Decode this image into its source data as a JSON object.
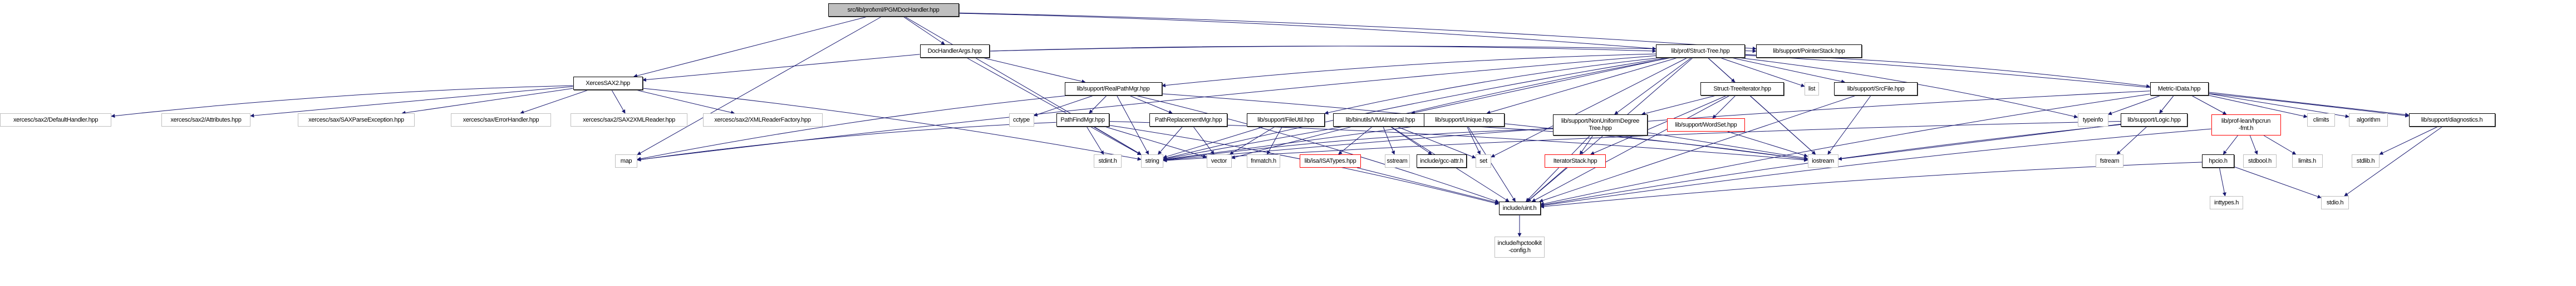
{
  "graph": {
    "title": "src/lib/profxml/PGMDocHandler.hpp",
    "edge_color": "#191970",
    "node_styles": {
      "root_fill": "#bfbfbf",
      "documented_border": "#000000",
      "external_border": "#bfbfbf",
      "undocumented_border": "#ff0000"
    },
    "nodes": [
      {
        "id": "root",
        "label": "src/lib/profxml/PGMDocHandler.hpp",
        "kind": "root"
      },
      {
        "id": "dha",
        "label": "DocHandlerArgs.hpp",
        "kind": "doc"
      },
      {
        "id": "st",
        "label": "lib/prof/Struct-Tree.hpp",
        "kind": "doc"
      },
      {
        "id": "ps",
        "label": "lib/support/PointerStack.hpp",
        "kind": "doc"
      },
      {
        "id": "xs",
        "label": "XercesSAX2.hpp",
        "kind": "doc"
      },
      {
        "id": "rpm",
        "label": "lib/support/RealPathMgr.hpp",
        "kind": "doc"
      },
      {
        "id": "sti",
        "label": "Struct-TreeIterator.hpp",
        "kind": "doc"
      },
      {
        "id": "list",
        "label": "list",
        "kind": "ext"
      },
      {
        "id": "sf",
        "label": "lib/support/SrcFile.hpp",
        "kind": "doc"
      },
      {
        "id": "mid",
        "label": "Metric-IData.hpp",
        "kind": "doc"
      },
      {
        "id": "dh",
        "label": "xercesc/sax2/DefaultHandler.hpp",
        "kind": "ext"
      },
      {
        "id": "attr",
        "label": "xercesc/sax2/Attributes.hpp",
        "kind": "ext"
      },
      {
        "id": "spe",
        "label": "xercesc/sax/SAXParseException.hpp",
        "kind": "ext"
      },
      {
        "id": "eh",
        "label": "xercesc/sax/ErrorHandler.hpp",
        "kind": "ext"
      },
      {
        "id": "sxr",
        "label": "xercesc/sax2/SAX2XMLReader.hpp",
        "kind": "ext"
      },
      {
        "id": "xrf",
        "label": "xercesc/sax2/XMLReaderFactory.hpp",
        "kind": "ext"
      },
      {
        "id": "cctype",
        "label": "cctype",
        "kind": "ext"
      },
      {
        "id": "pfm",
        "label": "PathFindMgr.hpp",
        "kind": "doc"
      },
      {
        "id": "prm",
        "label": "PathReplacementMgr.hpp",
        "kind": "doc"
      },
      {
        "id": "fu",
        "label": "lib/support/FileUtil.hpp",
        "kind": "doc"
      },
      {
        "id": "vma",
        "label": "lib/binutils/VMAInterval.hpp",
        "kind": "doc"
      },
      {
        "id": "uq",
        "label": "lib/support/Unique.hpp",
        "kind": "doc"
      },
      {
        "id": "nudt",
        "label": "lib/support/NonUniformDegree\nTree.hpp",
        "kind": "doc"
      },
      {
        "id": "ws",
        "label": "lib/support/WordSet.hpp",
        "kind": "red"
      },
      {
        "id": "typeinfo",
        "label": "typeinfo",
        "kind": "ext"
      },
      {
        "id": "logic",
        "label": "lib/support/Logic.hpp",
        "kind": "doc"
      },
      {
        "id": "hfmt",
        "label": "lib/prof-lean/hpcrun\n-fmt.h",
        "kind": "red"
      },
      {
        "id": "climits",
        "label": "climits",
        "kind": "ext"
      },
      {
        "id": "algorithm",
        "label": "algorithm",
        "kind": "ext"
      },
      {
        "id": "diag",
        "label": "lib/support/diagnostics.h",
        "kind": "doc"
      },
      {
        "id": "map",
        "label": "map",
        "kind": "ext"
      },
      {
        "id": "stdint",
        "label": "stdint.h",
        "kind": "ext"
      },
      {
        "id": "string",
        "label": "string",
        "kind": "ext"
      },
      {
        "id": "vector",
        "label": "vector",
        "kind": "ext"
      },
      {
        "id": "fnmatch",
        "label": "fnmatch.h",
        "kind": "ext"
      },
      {
        "id": "isa",
        "label": "lib/isa/ISATypes.hpp",
        "kind": "red"
      },
      {
        "id": "sstream",
        "label": "sstream",
        "kind": "ext"
      },
      {
        "id": "gcc",
        "label": "include/gcc-attr.h",
        "kind": "doc"
      },
      {
        "id": "set",
        "label": "set",
        "kind": "ext"
      },
      {
        "id": "its",
        "label": "IteratorStack.hpp",
        "kind": "red"
      },
      {
        "id": "iostream",
        "label": "iostream",
        "kind": "ext"
      },
      {
        "id": "fstream",
        "label": "fstream",
        "kind": "ext"
      },
      {
        "id": "hpcio",
        "label": "hpcio.h",
        "kind": "doc"
      },
      {
        "id": "stdbool",
        "label": "stdbool.h",
        "kind": "ext"
      },
      {
        "id": "limits",
        "label": "limits.h",
        "kind": "ext"
      },
      {
        "id": "stdlib",
        "label": "stdlib.h",
        "kind": "ext"
      },
      {
        "id": "uint",
        "label": "include/uint.h",
        "kind": "doc"
      },
      {
        "id": "inttypes",
        "label": "inttypes.h",
        "kind": "ext"
      },
      {
        "id": "stdio",
        "label": "stdio.h",
        "kind": "ext"
      },
      {
        "id": "hcfg",
        "label": "include/hpctoolkit\n-config.h",
        "kind": "ext"
      }
    ],
    "edges": [
      [
        "root",
        "dha"
      ],
      [
        "root",
        "st"
      ],
      [
        "root",
        "ps"
      ],
      [
        "root",
        "xs"
      ],
      [
        "root",
        "map"
      ],
      [
        "root",
        "string"
      ],
      [
        "dha",
        "xs"
      ],
      [
        "dha",
        "rpm"
      ],
      [
        "dha",
        "st"
      ],
      [
        "dha",
        "string"
      ],
      [
        "dha",
        "ps"
      ],
      [
        "xs",
        "dh"
      ],
      [
        "xs",
        "attr"
      ],
      [
        "xs",
        "spe"
      ],
      [
        "xs",
        "eh"
      ],
      [
        "xs",
        "sxr"
      ],
      [
        "xs",
        "xrf"
      ],
      [
        "xs",
        "string"
      ],
      [
        "st",
        "rpm"
      ],
      [
        "st",
        "sti"
      ],
      [
        "st",
        "list"
      ],
      [
        "st",
        "sf"
      ],
      [
        "st",
        "mid"
      ],
      [
        "st",
        "fu"
      ],
      [
        "st",
        "vma"
      ],
      [
        "st",
        "uq"
      ],
      [
        "st",
        "nudt"
      ],
      [
        "st",
        "map"
      ],
      [
        "st",
        "string"
      ],
      [
        "st",
        "set"
      ],
      [
        "st",
        "iostream"
      ],
      [
        "st",
        "uint"
      ],
      [
        "st",
        "typeinfo"
      ],
      [
        "st",
        "diag"
      ],
      [
        "st",
        "vector"
      ],
      [
        "rpm",
        "cctype"
      ],
      [
        "rpm",
        "pfm"
      ],
      [
        "rpm",
        "prm"
      ],
      [
        "rpm",
        "map"
      ],
      [
        "rpm",
        "string"
      ],
      [
        "rpm",
        "uint"
      ],
      [
        "rpm",
        "iostream"
      ],
      [
        "pfm",
        "map"
      ],
      [
        "pfm",
        "stdint"
      ],
      [
        "pfm",
        "string"
      ],
      [
        "pfm",
        "vector"
      ],
      [
        "pfm",
        "uint"
      ],
      [
        "pfm",
        "iostream"
      ],
      [
        "prm",
        "vector"
      ],
      [
        "prm",
        "string"
      ],
      [
        "fu",
        "string"
      ],
      [
        "fu",
        "vector"
      ],
      [
        "fu",
        "fnmatch"
      ],
      [
        "vma",
        "isa"
      ],
      [
        "vma",
        "sstream"
      ],
      [
        "vma",
        "gcc"
      ],
      [
        "vma",
        "set"
      ],
      [
        "vma",
        "string"
      ],
      [
        "vma",
        "uint"
      ],
      [
        "vma",
        "iostream"
      ],
      [
        "uq",
        "set"
      ],
      [
        "uq",
        "uint"
      ],
      [
        "uq",
        "string"
      ],
      [
        "sti",
        "nudt"
      ],
      [
        "sti",
        "ws"
      ],
      [
        "sti",
        "iostream"
      ],
      [
        "sti",
        "uint"
      ],
      [
        "sti",
        "its"
      ],
      [
        "nudt",
        "its"
      ],
      [
        "nudt",
        "uint"
      ],
      [
        "nudt",
        "iostream"
      ],
      [
        "nudt",
        "string"
      ],
      [
        "ws",
        "iostream"
      ],
      [
        "sf",
        "iostream"
      ],
      [
        "sf",
        "uint"
      ],
      [
        "mid",
        "typeinfo"
      ],
      [
        "mid",
        "logic"
      ],
      [
        "mid",
        "hfmt"
      ],
      [
        "mid",
        "climits"
      ],
      [
        "mid",
        "algorithm"
      ],
      [
        "mid",
        "diag"
      ],
      [
        "mid",
        "string"
      ],
      [
        "mid",
        "uint"
      ],
      [
        "logic",
        "fstream"
      ],
      [
        "logic",
        "iostream"
      ],
      [
        "logic",
        "uint"
      ],
      [
        "logic",
        "string"
      ],
      [
        "hfmt",
        "hpcio"
      ],
      [
        "hfmt",
        "stdbool"
      ],
      [
        "hfmt",
        "limits"
      ],
      [
        "hfmt",
        "uint"
      ],
      [
        "hpcio",
        "inttypes"
      ],
      [
        "hpcio",
        "stdio"
      ],
      [
        "hpcio",
        "uint"
      ],
      [
        "diag",
        "stdlib"
      ],
      [
        "diag",
        "stdio"
      ],
      [
        "isa",
        "uint"
      ],
      [
        "its",
        "uint"
      ],
      [
        "uint",
        "hcfg"
      ]
    ]
  }
}
